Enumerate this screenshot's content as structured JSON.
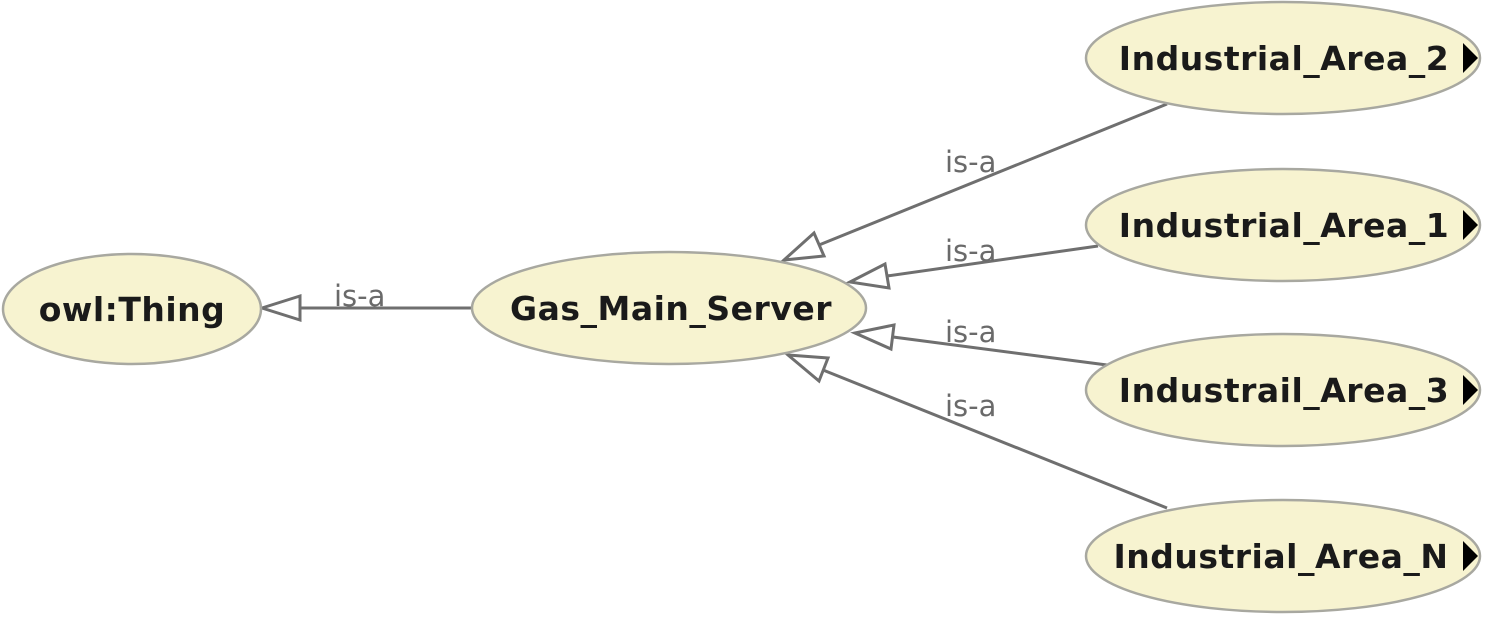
{
  "nodes": {
    "owl_thing": {
      "label": "owl:Thing",
      "expandable": false
    },
    "gas_main_server": {
      "label": "Gas_Main_Server",
      "expandable": false
    },
    "industrial_area_2": {
      "label": "Industrial_Area_2",
      "expandable": true
    },
    "industrial_area_1": {
      "label": "Industrial_Area_1",
      "expandable": true
    },
    "industrail_area_3": {
      "label": "Industrail_Area_3",
      "expandable": true
    },
    "industrial_area_n": {
      "label": "Industrial_Area_N",
      "expandable": true
    }
  },
  "edges": [
    {
      "from": "Gas_Main_Server",
      "to": "owl:Thing",
      "label": "is-a"
    },
    {
      "from": "Industrial_Area_2",
      "to": "Gas_Main_Server",
      "label": "is-a"
    },
    {
      "from": "Industrial_Area_1",
      "to": "Gas_Main_Server",
      "label": "is-a"
    },
    {
      "from": "Industrail_Area_3",
      "to": "Gas_Main_Server",
      "label": "is-a"
    },
    {
      "from": "Industrial_Area_N",
      "to": "Gas_Main_Server",
      "label": "is-a"
    }
  ],
  "colors": {
    "node_fill": "#f7f3d0",
    "node_border": "#a8a8a0",
    "edge": "#6f6f6f",
    "edge_label": "#6a6a6a"
  }
}
